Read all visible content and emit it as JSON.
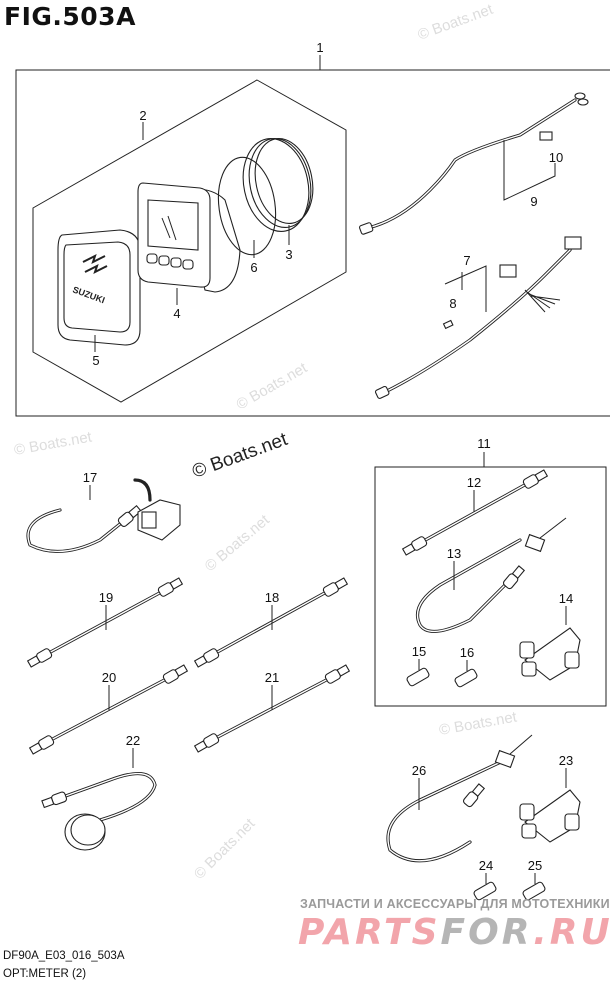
{
  "figure": {
    "title": "FIG.503A",
    "code": "DF90A_E03_016_503A",
    "subtitle": "OPT:METER (2)"
  },
  "callouts": {
    "c1": "1",
    "c2": "2",
    "c3": "3",
    "c4": "4",
    "c5": "5",
    "c6": "6",
    "c7": "7",
    "c8": "8",
    "c9": "9",
    "c10": "10",
    "c11": "11",
    "c12": "12",
    "c13": "13",
    "c14": "14",
    "c15": "15",
    "c16": "16",
    "c17": "17",
    "c18": "18",
    "c19": "19",
    "c20": "20",
    "c21": "21",
    "c22": "22",
    "c23": "23",
    "c24": "24",
    "c25": "25",
    "c26": "26"
  },
  "part_markings": {
    "meter_cover_brand": "SUZUKI"
  },
  "watermarks": {
    "boats": "© Boats.net",
    "shop_text": "ЗАПЧАСТИ И АКСЕССУАРЫ ДЛЯ МОТОТЕХНИКИ",
    "shop_logo_a": "PARTS",
    "shop_logo_b": "FOR",
    "shop_logo_c": ".RU"
  },
  "colors": {
    "line": "#222222",
    "watermark_red": "#f2a5ab",
    "watermark_gray": "#9a9a9a"
  }
}
